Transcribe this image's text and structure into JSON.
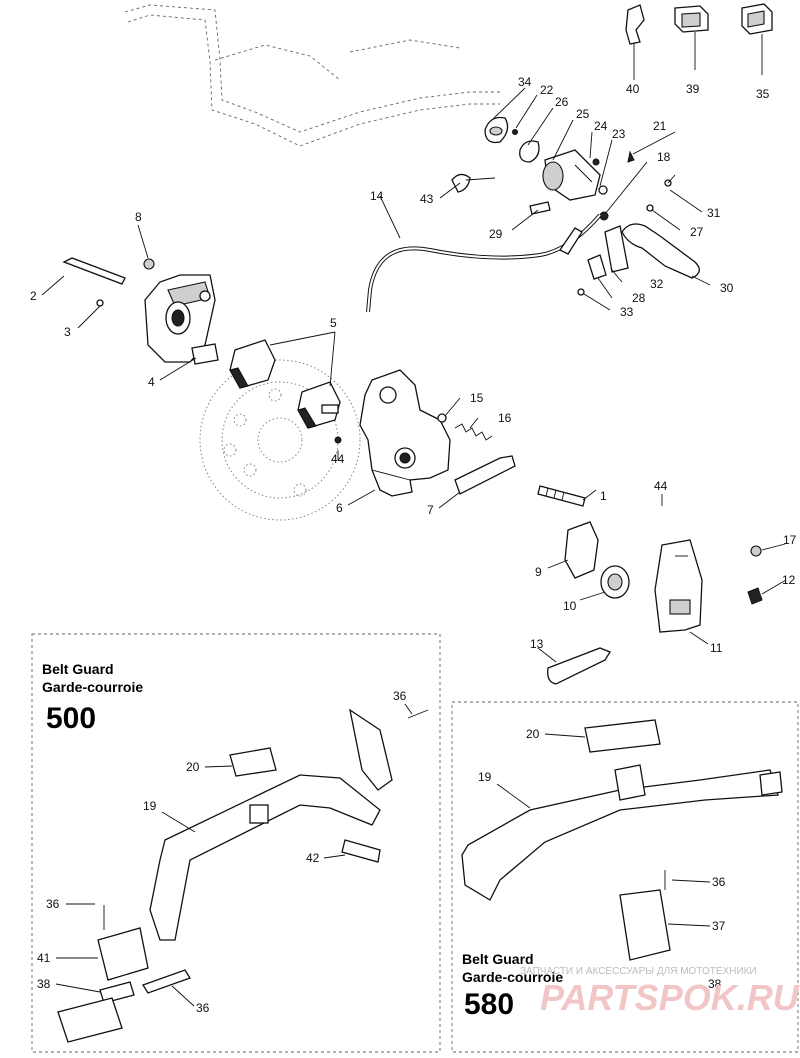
{
  "diagram": {
    "callouts": {
      "c1": "1",
      "c2": "2",
      "c3": "3",
      "c4": "4",
      "c5": "5",
      "c6": "6",
      "c7": "7",
      "c8": "8",
      "c9": "9",
      "c10": "10",
      "c11": "11",
      "c12": "12",
      "c13": "13",
      "c14": "14",
      "c15": "15",
      "c16": "16",
      "c17": "17",
      "c18": "18",
      "c19": "19",
      "c20": "20",
      "c21": "21",
      "c22": "22",
      "c23": "23",
      "c24": "24",
      "c25": "25",
      "c26": "26",
      "c27": "27",
      "c28": "28",
      "c29": "29",
      "c30": "30",
      "c31": "31",
      "c32": "32",
      "c33": "33",
      "c34": "34",
      "c35": "35",
      "c36": "36",
      "c37": "37",
      "c38": "38",
      "c39": "39",
      "c40": "40",
      "c41": "41",
      "c42": "42",
      "c43": "43",
      "c44": "44"
    },
    "inset_500": {
      "title_en": "Belt Guard",
      "title_fr": "Garde-courroie",
      "model": "500",
      "callouts": {
        "c20": "20",
        "c19": "19",
        "c36a": "36",
        "c42": "42",
        "c36b": "36",
        "c41": "41",
        "c38": "38",
        "c36c": "36"
      }
    },
    "inset_580": {
      "title_en": "Belt Guard",
      "title_fr": "Garde-courroie",
      "model": "580",
      "callouts": {
        "c20": "20",
        "c19": "19",
        "c36": "36",
        "c37": "37",
        "c38": "38"
      }
    },
    "watermark": {
      "line1": "ЗАПЧАСТИ И АКСЕССУАРЫ ДЛЯ МОТОТЕХНИКИ",
      "line2": "PARTSPOK.RU"
    }
  }
}
